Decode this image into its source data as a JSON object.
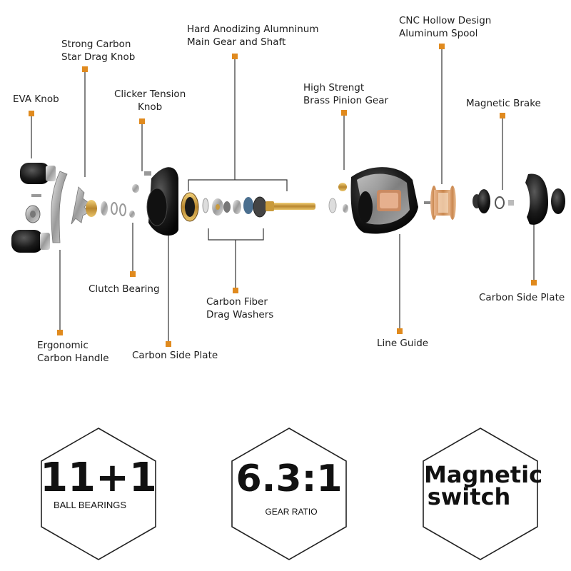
{
  "accent_color": "#E08A1E",
  "labels": {
    "eva_knob": "EVA Knob",
    "star_drag": [
      "Strong Carbon",
      "Star Drag Knob"
    ],
    "clicker": [
      "Clicker Tension",
      "Knob"
    ],
    "main_gear": [
      "Hard Anodizing Alumninum",
      "Main Gear and Shaft"
    ],
    "pinion": [
      "High Strengt",
      "Brass Pinion Gear"
    ],
    "spool": [
      "CNC Hollow Design",
      "Aluminum Spool"
    ],
    "magnetic_brake": "Magnetic Brake",
    "clutch_bearing": "Clutch Bearing",
    "drag_washers": [
      "Carbon Fiber",
      "Drag Washers"
    ],
    "handle": [
      "Ergonomic",
      "Carbon Handle"
    ],
    "side_plate_left": "Carbon Side Plate",
    "line_guide": "Line Guide",
    "side_plate_right": "Carbon Side Plate"
  },
  "badges": [
    {
      "big": "11+1",
      "small": "BALL BEARINGS"
    },
    {
      "big": "6.3:1",
      "small": "GEAR RATIO"
    },
    {
      "big_lines": [
        "Magnetic",
        "switch"
      ]
    }
  ]
}
